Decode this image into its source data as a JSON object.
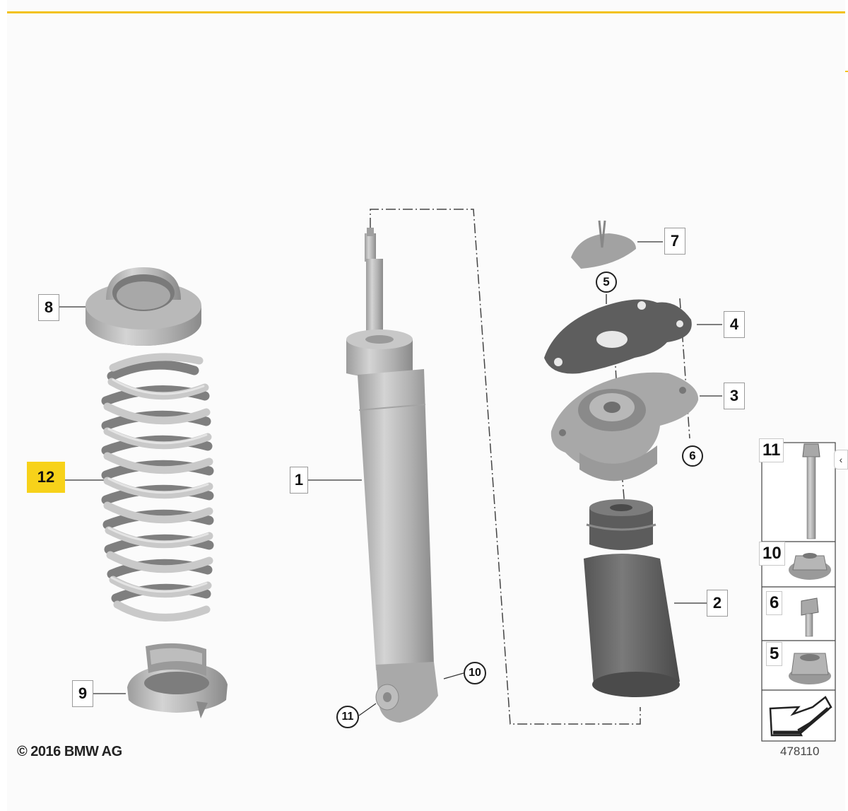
{
  "diagram": {
    "callouts": {
      "c1": "1",
      "c2": "2",
      "c3": "3",
      "c4": "4",
      "c7": "7",
      "c8": "8",
      "c9": "9",
      "c12": "12"
    },
    "circled": {
      "k5": "5",
      "k6": "6",
      "k10": "10",
      "k11": "11"
    },
    "sidebar": {
      "s11": "11",
      "s10": "10",
      "s6": "6",
      "s5": "5"
    },
    "copyright": "© 2016 BMW AG",
    "ref_number": "478110",
    "scroll_tab_glyph": "‹",
    "colors": {
      "accent": "#f2c21b",
      "highlight": "#f7d21a"
    }
  }
}
